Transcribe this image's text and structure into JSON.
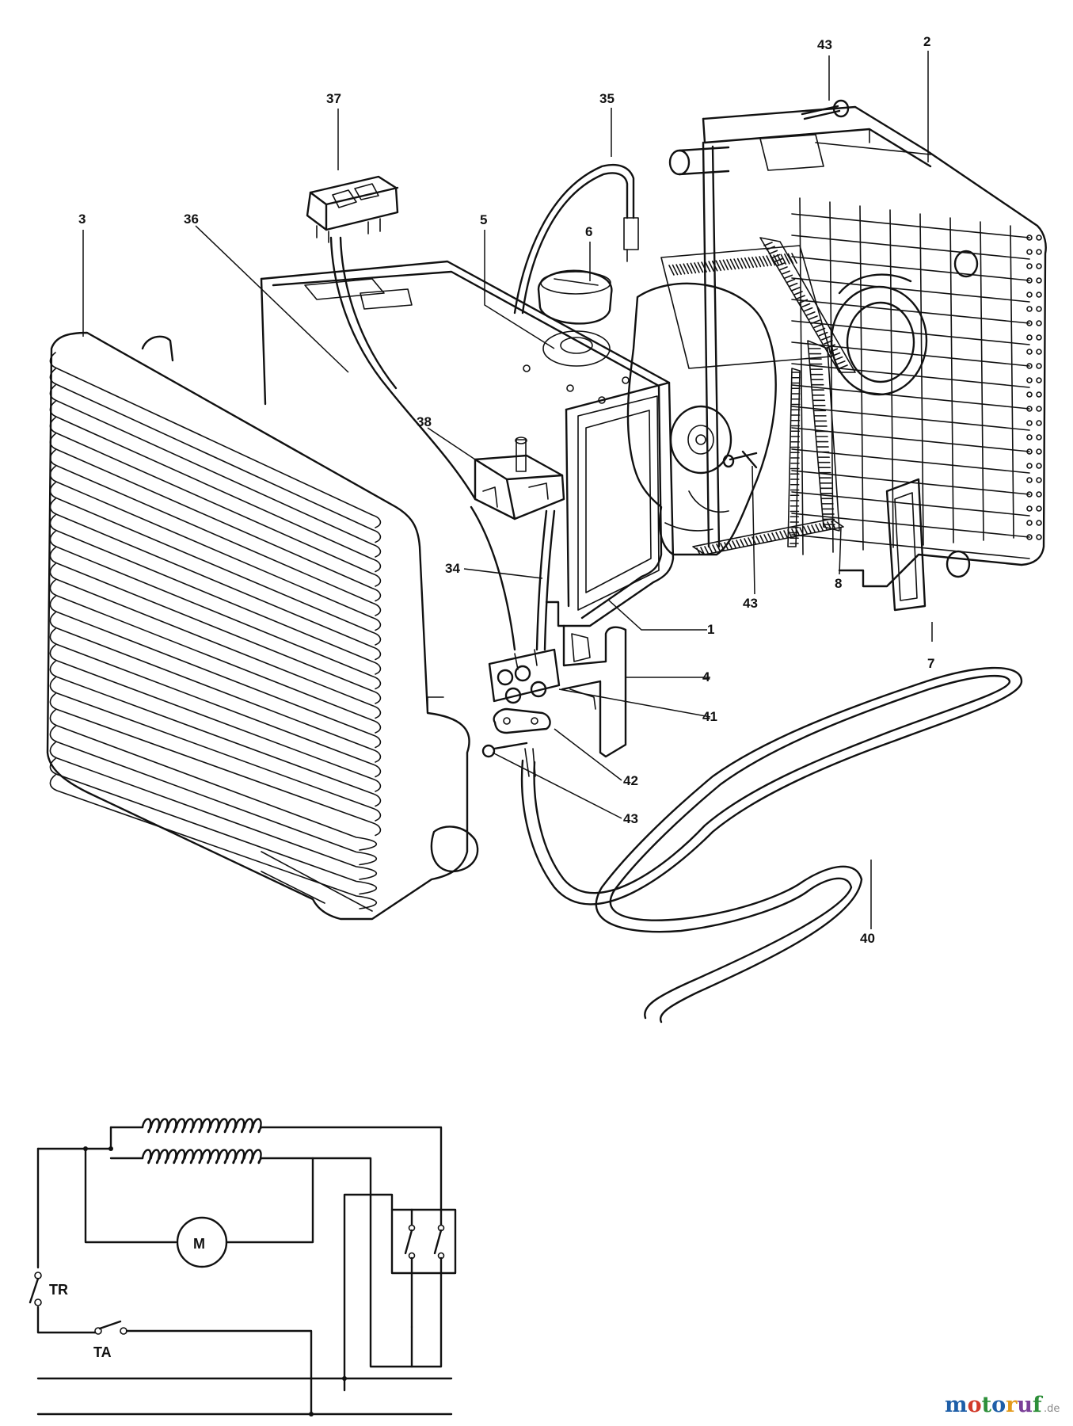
{
  "parts": [
    "43",
    "2",
    "37",
    "35",
    "3",
    "36",
    "5",
    "6",
    "38",
    "34",
    "1",
    "43",
    "8",
    "7",
    "4",
    "41",
    "42",
    "43",
    "40"
  ],
  "circuit": {
    "motor": "M",
    "switch_tr": "TR",
    "switch_ta": "TA"
  },
  "watermark": {
    "letters": [
      "m",
      "o",
      "t",
      "o",
      "r",
      "u",
      "f"
    ],
    "colors": [
      "#1f5fa8",
      "#d23a2a",
      "#2e8f3a",
      "#1f5fa8",
      "#e39a1a",
      "#7a3f98",
      "#2e8f3a"
    ],
    "suffix": ".de"
  }
}
